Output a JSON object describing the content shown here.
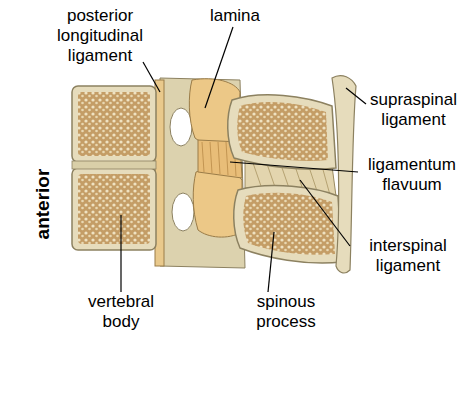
{
  "diagram": {
    "labels": [
      "posterior longitudinal ligament",
      "lamina",
      "supraspinal ligament",
      "ligamentum flavuum",
      "interspinal ligament",
      "vertebral body",
      "spinous process",
      "anterior"
    ]
  }
}
